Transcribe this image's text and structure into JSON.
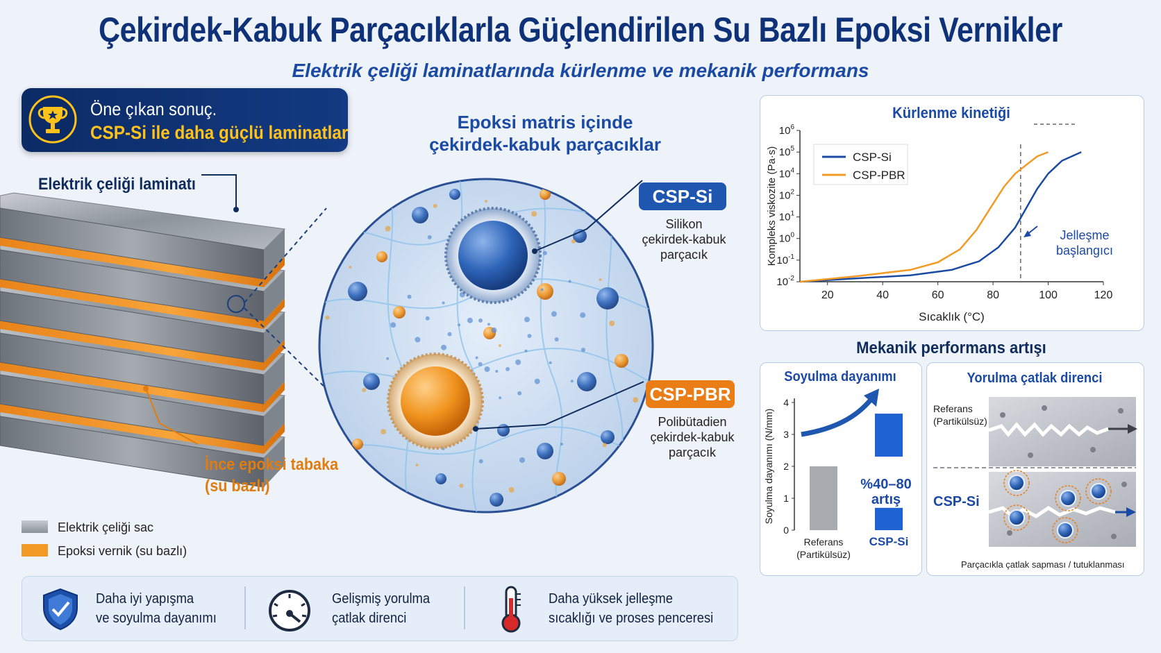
{
  "header": {
    "title": "Çekirdek-Kabuk Parçacıklarla Güçlendirilen Su Bazlı Epoksi Vernikler",
    "subtitle": "Elektrik çeliği laminatlarında kürlenme ve mekanik performans"
  },
  "highlight": {
    "line1": "Öne çıkan sonuç.",
    "line2": "CSP-Si ile daha güçlü laminatlar"
  },
  "laminate": {
    "label": "Elektrik çeliği laminatı",
    "thin_layer": [
      "İnce epoksi tabaka",
      "(su bazlı)"
    ],
    "legend": [
      {
        "label": "Elektrik çeliği sac",
        "color": "#9a9fa8"
      },
      {
        "label": "Epoksi vernik (su bazlı)",
        "color": "#f29a24"
      }
    ]
  },
  "particles": {
    "title_lines": [
      "Epoksi matris içinde",
      "çekirdek-kabuk parçacıklar"
    ],
    "si": {
      "tag": "CSP-Si",
      "desc": [
        "Silikon",
        "çekirdek-kabuk",
        "parçacık"
      ],
      "color": "#1f57b0"
    },
    "pbr": {
      "tag": "CSP-PBR",
      "desc": [
        "Polibütadien",
        "çekirdek-kabuk",
        "parçacık"
      ],
      "color": "#ea7d15"
    }
  },
  "curing": {
    "title": "Kürlenme kinetiği",
    "annotation": [
      "Jelleşme",
      "başlangıcı"
    ]
  },
  "mechanical": {
    "title": "Mekanik performans artışı",
    "peel": {
      "title": "Soyulma dayanımı",
      "increase": [
        "%40–80",
        "artış"
      ]
    },
    "fatigue": {
      "title": "Yorulma çatlak direnci",
      "ref_label": [
        "Referans",
        "(Partikülsüz)"
      ],
      "si_label": "CSP-Si",
      "footnote": "Parçacıkla çatlak sapması / tutuklanması"
    }
  },
  "features": [
    {
      "icon": "shield-icon",
      "lines": [
        "Daha iyi yapışma",
        "ve soyulma dayanımı"
      ]
    },
    {
      "icon": "gauge-icon",
      "lines": [
        "Gelişmiş yorulma",
        "çatlak direnci"
      ]
    },
    {
      "icon": "thermometer-icon",
      "lines": [
        "Daha yüksek jelleşme",
        "sıcaklığı ve proses penceresi"
      ]
    }
  ],
  "chart_data": [
    {
      "type": "line",
      "title": "Kürlenme kinetiği",
      "xlabel": "Sıcaklık (°C)",
      "ylabel": "Kompleks viskozite (Pa·s)",
      "x_ticks": [
        20,
        40,
        60,
        80,
        100,
        120
      ],
      "y_ticks": [
        "10-2",
        "10-1",
        "100",
        "101",
        "102",
        "104",
        "105",
        "106"
      ],
      "y_scale": "log",
      "xlim": [
        10,
        120
      ],
      "legend_position": "top-left",
      "series": [
        {
          "name": "CSP-Si",
          "color": "#1a4aa3",
          "x": [
            10,
            30,
            50,
            65,
            75,
            82,
            88,
            92,
            96,
            100,
            105,
            112
          ],
          "y_tick_index": [
            0.0,
            0.15,
            0.3,
            0.55,
            0.95,
            1.6,
            2.5,
            3.4,
            4.3,
            5.0,
            5.6,
            6.0
          ]
        },
        {
          "name": "CSP-PBR",
          "color": "#f29a24",
          "x": [
            10,
            30,
            50,
            60,
            68,
            74,
            79,
            84,
            88,
            92,
            96,
            100
          ],
          "y_tick_index": [
            0.0,
            0.25,
            0.55,
            0.9,
            1.5,
            2.4,
            3.4,
            4.4,
            5.0,
            5.4,
            5.8,
            6.0
          ]
        }
      ],
      "gel_onset_x": 90
    },
    {
      "type": "bar",
      "title": "Soyulma dayanımı",
      "ylabel": "Soyulma dayanımı (N/mm)",
      "ylim": [
        0,
        4
      ],
      "y_ticks": [
        0,
        1,
        2,
        3,
        4
      ],
      "categories": [
        "Referans (Partikülsüz)",
        "CSP-Si"
      ],
      "category_lines": [
        [
          "Referans",
          "(Partikülsüz)"
        ],
        [
          "CSP-Si"
        ]
      ],
      "values": [
        2.0,
        3.65
      ],
      "colors": [
        "#a8abb0",
        "#1f62d2"
      ]
    }
  ]
}
